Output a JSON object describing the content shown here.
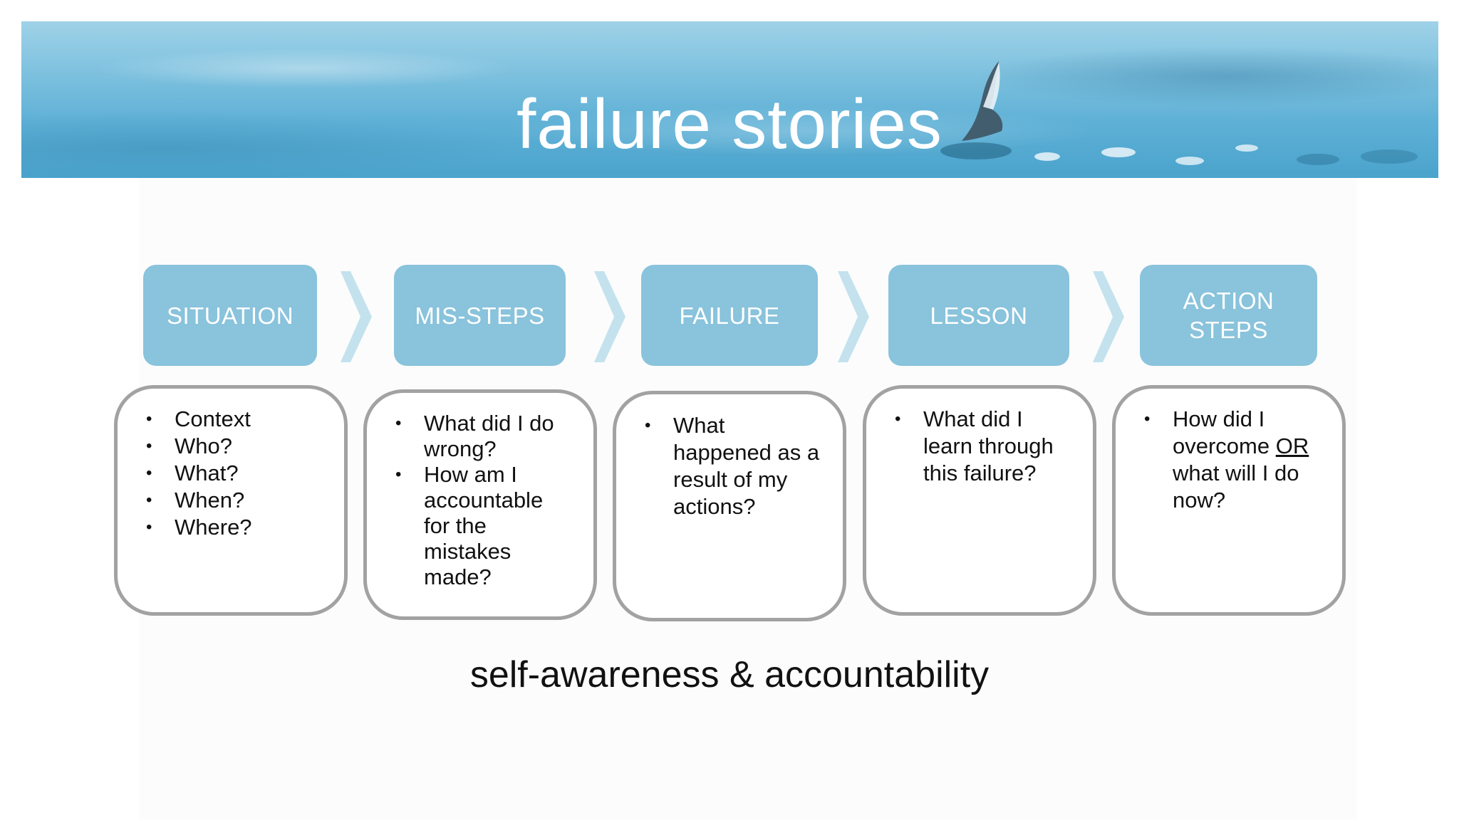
{
  "banner": {
    "title": "failure stories"
  },
  "steps": [
    {
      "header": "SITUATION",
      "bullets": [
        [
          "Context"
        ],
        [
          "Who?"
        ],
        [
          "What?"
        ],
        [
          "When?"
        ],
        [
          "Where?"
        ]
      ]
    },
    {
      "header": "MIS-STEPS",
      "bullets": [
        [
          "What did I do wrong?"
        ],
        [
          "How am I accountable for the mistakes made?"
        ]
      ]
    },
    {
      "header": "FAILURE",
      "bullets": [
        [
          "What happened as a result of my actions?"
        ]
      ]
    },
    {
      "header": "LESSON",
      "bullets": [
        [
          "What did I learn through this failure?"
        ]
      ]
    },
    {
      "header_line1": "ACTION",
      "header_line2": "STEPS",
      "bullets_rich": [
        "How did I overcome ",
        "OR",
        " what will I do now?"
      ]
    }
  ],
  "footer": {
    "text": "self-awareness & accountability"
  },
  "colors": {
    "header_fill": "#89c3dc",
    "chevron_fill": "#c3e2ee",
    "box_border": "#a2a2a2",
    "banner_water": "#5eb0d6"
  }
}
